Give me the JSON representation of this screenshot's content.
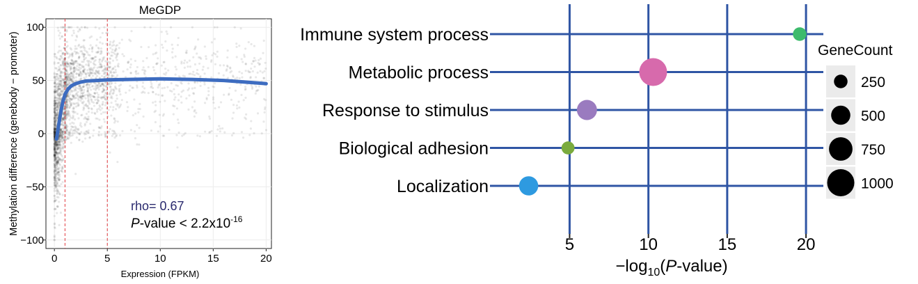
{
  "chart_data": [
    {
      "type": "scatter",
      "title": "MeGDP",
      "xlabel": "Expression (FPKM)",
      "ylabel": "Methylation difference (genebody − promoter)",
      "xlim": [
        -0.8,
        20.5
      ],
      "ylim": [
        -108,
        108
      ],
      "x_ticks": [
        0,
        5,
        10,
        15,
        20
      ],
      "y_ticks": [
        -100,
        -50,
        0,
        50,
        100
      ],
      "y_tick_labels": [
        "−100",
        "−50",
        "0",
        "50",
        "100"
      ],
      "grid": true,
      "vlines": [
        1,
        5
      ],
      "vline_color": "#e0393e",
      "point_color": "#000000",
      "trend_color": "#3d6cc0",
      "trend": {
        "x": [
          0.2,
          0.4,
          0.6,
          0.8,
          1.0,
          1.3,
          1.6,
          2.0,
          2.5,
          3.0,
          4.0,
          5.0,
          7.0,
          10.0,
          13.0,
          16.0,
          18.0,
          20.0
        ],
        "y": [
          -5,
          8,
          20,
          30,
          37,
          42,
          45,
          47,
          48.5,
          49.5,
          50,
          50.5,
          51,
          51.5,
          51,
          50,
          48.5,
          47
        ]
      },
      "annotation_rho": "rho= 0.67",
      "annotation_rho_color": "#2a2a6e",
      "annotation_p_italic": "P",
      "annotation_p_rest": "-value < 2.2x10",
      "annotation_p_exp": "-16"
    },
    {
      "type": "bubble",
      "categories": [
        "Immune system process",
        "Metabolic process",
        "Response to stimulus",
        "Biological adhesion",
        "Localization"
      ],
      "values": [
        19.6,
        10.3,
        6.1,
        4.9,
        2.4
      ],
      "gene_count": [
        250,
        1050,
        550,
        230,
        500
      ],
      "colors": [
        "#3dbb6c",
        "#d76aac",
        "#9a7bbf",
        "#7aab3e",
        "#2e9ae0"
      ],
      "xlim": [
        0.3,
        21.1
      ],
      "x_ticks": [
        5,
        10,
        15,
        20
      ],
      "x_tick_labels": [
        "5",
        "10",
        "15",
        "20"
      ],
      "xlabel_prefix": "−log",
      "xlabel_sub": "10",
      "xlabel_open": "(",
      "xlabel_italic": "P",
      "xlabel_rest": "-value)",
      "line_color": "#2f55a4",
      "legend_title": "GeneCount",
      "legend_values": [
        250,
        500,
        750,
        1000
      ],
      "legend_labels": [
        "250",
        "500",
        "750",
        "1000"
      ]
    }
  ]
}
